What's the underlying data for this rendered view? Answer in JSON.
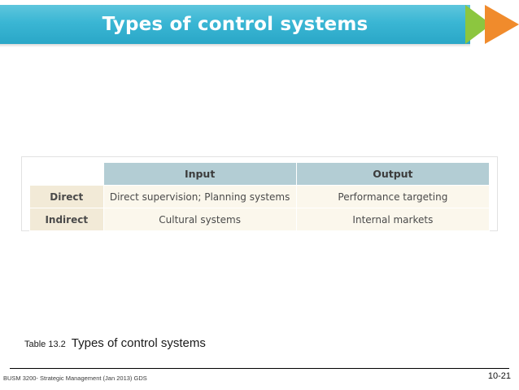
{
  "slide": {
    "title": "Types of control systems",
    "banner": {
      "accent_blue": "#3ab6d4",
      "accent_green": "#8cc63f",
      "accent_orange": "#f08b2c"
    }
  },
  "table": {
    "corner_label": "",
    "column_headers": [
      "Input",
      "Output"
    ],
    "rows": [
      {
        "label": "Direct",
        "cells": [
          "Direct supervision; Planning systems",
          "Performance targeting"
        ]
      },
      {
        "label": "Indirect",
        "cells": [
          "Cultural systems",
          "Internal markets"
        ]
      }
    ],
    "colors": {
      "header_fill": "#b3cdd4",
      "row_label_fill": "#f2ead7",
      "cell_fill": "#fbf7ec"
    }
  },
  "caption": {
    "number": "Table 13.2",
    "title": "Types of control systems"
  },
  "footer": {
    "left": "BUSM 3200- Strategic Management (Jan 2013) GDS",
    "right": "10-21"
  }
}
